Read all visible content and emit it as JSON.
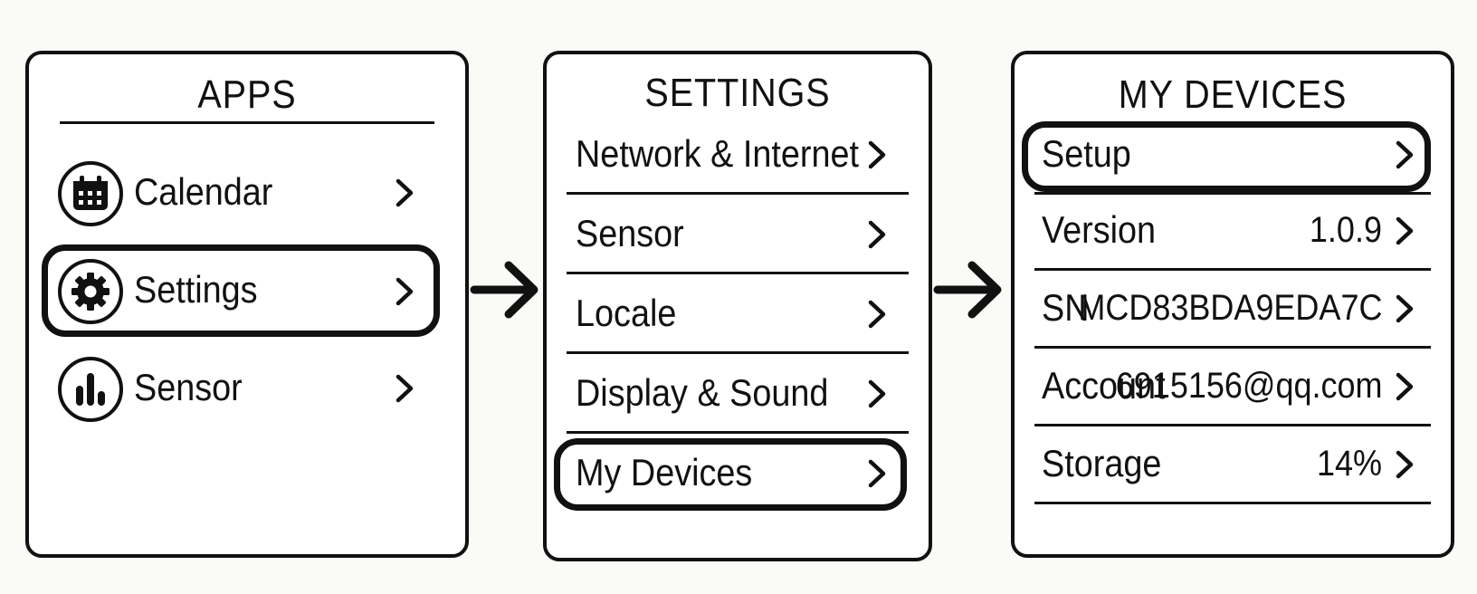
{
  "apps": {
    "title": "APPS",
    "items": [
      {
        "label": "Calendar",
        "icon": "calendar-icon"
      },
      {
        "label": "Settings",
        "icon": "gear-icon",
        "highlighted": true
      },
      {
        "label": "Sensor",
        "icon": "bar-chart-icon"
      }
    ]
  },
  "settings": {
    "title": "SETTINGS",
    "items": [
      {
        "label": "Network & Internet"
      },
      {
        "label": "Sensor"
      },
      {
        "label": "Locale"
      },
      {
        "label": "Display & Sound"
      },
      {
        "label": "My Devices",
        "highlighted": true
      }
    ]
  },
  "my_devices": {
    "title": "MY DEVICES",
    "items": [
      {
        "label": "Setup",
        "value": "",
        "highlighted": true
      },
      {
        "label": "Version",
        "value": "1.0.9"
      },
      {
        "label": "SN",
        "value": "MCD83BDA9EDA7C"
      },
      {
        "label": "Account",
        "value": "6915156@qq.com"
      },
      {
        "label": "Storage",
        "value": "14%"
      }
    ]
  },
  "flow": {
    "arrows": [
      "arrow-right-icon",
      "arrow-right-icon"
    ]
  }
}
